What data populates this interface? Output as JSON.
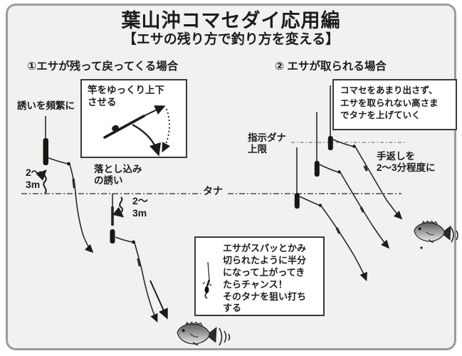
{
  "title": "葉山沖コマセダイ応用編",
  "subtitle": "【エサの残り方で釣り方を変える】",
  "tana_label": "タナ",
  "sections": {
    "left": {
      "heading": "①エサが残って戻ってくる場合",
      "lure_often": "誘いを頻繁に",
      "rod_box": "竿をゆっくり上下\nさせる",
      "drop_lure": "落とし込み\nの誘い",
      "depth_up": "2〜\n3m",
      "depth_down": "2〜\n3m",
      "chance_box": "エサがスパッとかみ\n切られたように半分\nになって上がってき\nたらチャンス！\nそのタナを狙い打ち\nする"
    },
    "right": {
      "heading": "② エサが取られる場合",
      "komase_box": "コマセをあまり出さず、\nエサを取られない高さま\nでタナを上げていく",
      "shiji_dana": "指示ダナ\n上限",
      "tegaeshi": "手返しを\n2〜3分程度に"
    }
  },
  "colors": {
    "frame_border": "#9b9b99",
    "background": "#f1f1ef",
    "ink": "#1c1c1c",
    "box_border": "#3a3a3a",
    "dashed_line": "#4a4a4a"
  }
}
